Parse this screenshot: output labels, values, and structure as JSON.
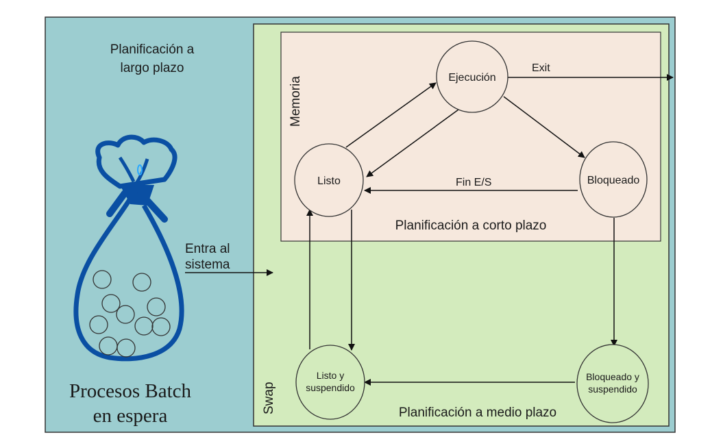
{
  "title": "Planificación de procesos",
  "long_term": {
    "label_line1": "Planificación a",
    "label_line2": "largo plazo"
  },
  "batch": {
    "label_line1": "Procesos Batch",
    "label_line2": "en espera"
  },
  "enter": {
    "label_line1": "Entra al",
    "label_line2": "sistema"
  },
  "memory": {
    "label": "Memoria",
    "short_term_label": "Planificación a corto plazo"
  },
  "swap": {
    "label": "Swap",
    "medium_term_label": "Planificación a medio plazo"
  },
  "states": {
    "ejecucion": "Ejecución",
    "listo": "Listo",
    "bloqueado": "Bloqueado",
    "listo_susp_line1": "Listo y",
    "listo_susp_line2": "suspendido",
    "bloq_susp_line1": "Bloqueado y",
    "bloq_susp_line2": "suspendido"
  },
  "transitions": {
    "exit": "Exit",
    "fin_es": "Fin E/S"
  },
  "colors": {
    "outer_bg": "#9ccdd0",
    "swap_bg": "#d3ebbd",
    "memory_bg": "#f6e8dd",
    "bag": "#0a4fa3",
    "stroke": "#222222"
  }
}
